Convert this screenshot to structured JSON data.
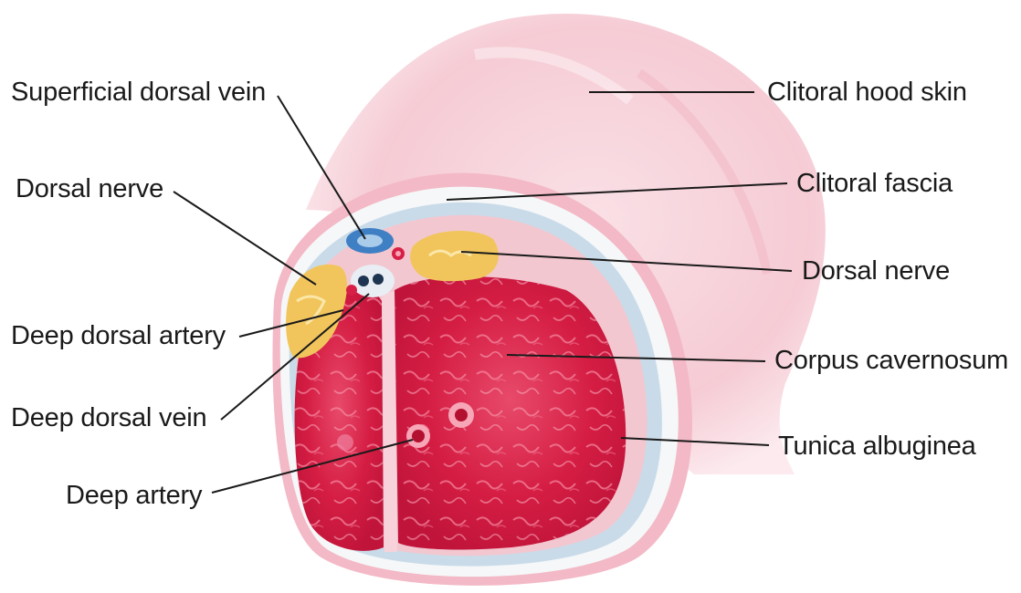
{
  "labels": {
    "left": {
      "superficial_dorsal_vein": "Superficial dorsal vein",
      "dorsal_nerve": "Dorsal nerve",
      "deep_dorsal_artery": "Deep dorsal artery",
      "deep_dorsal_vein": "Deep dorsal vein",
      "deep_artery": "Deep artery"
    },
    "right": {
      "clitoral_hood_skin": "Clitoral hood skin",
      "clitoral_fascia": "Clitoral fascia",
      "dorsal_nerve": "Dorsal nerve",
      "corpus_cavernosum": "Corpus cavernosum",
      "tunica_albuginea": "Tunica albuginea"
    }
  },
  "colors": {
    "skin": "#f6cdd6",
    "fascia": "#f3f3f3",
    "tunica_blue": "#bcd2e6",
    "corpus": "#d81f46",
    "corpus_light": "#f07a92",
    "nerve": "#f1c85a",
    "vein": "#4f8fd0",
    "leader_line": "#1a1a1a"
  }
}
